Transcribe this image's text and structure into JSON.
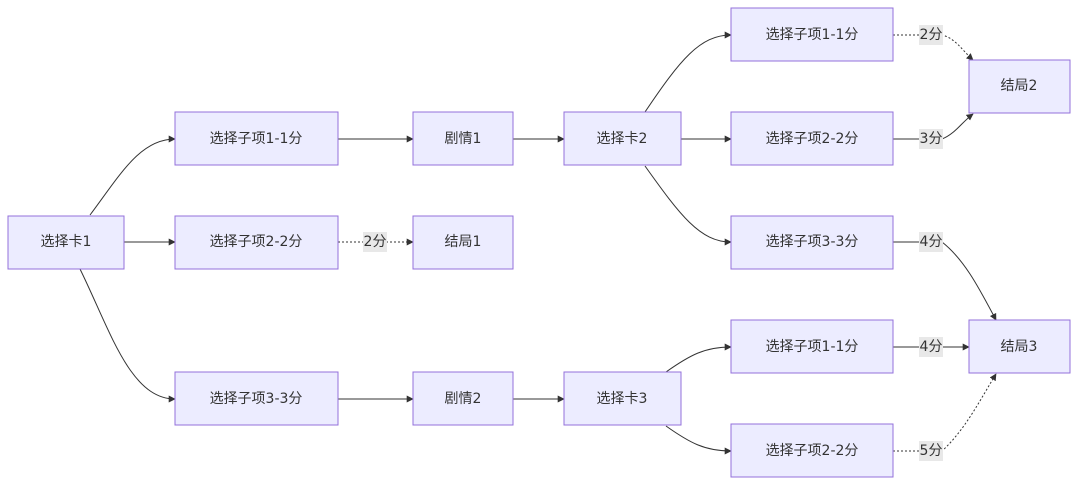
{
  "nodes": {
    "choice1": "选择卡1",
    "c1_opt1": "选择子项1-1分",
    "c1_opt2": "选择子项2-2分",
    "c1_opt3": "选择子项3-3分",
    "plot1": "剧情1",
    "plot2": "剧情2",
    "ending1": "结局1",
    "choice2": "选择卡2",
    "choice3": "选择卡3",
    "c2_opt1": "选择子项1-1分",
    "c2_opt2": "选择子项2-2分",
    "c2_opt3": "选择子项3-3分",
    "c3_opt1": "选择子项1-1分",
    "c3_opt2": "选择子项2-2分",
    "ending2": "结局2",
    "ending3": "结局3"
  },
  "edges": [
    {
      "from": "choice1",
      "to": "c1_opt1",
      "style": "solid"
    },
    {
      "from": "choice1",
      "to": "c1_opt2",
      "style": "solid"
    },
    {
      "from": "choice1",
      "to": "c1_opt3",
      "style": "solid"
    },
    {
      "from": "c1_opt1",
      "to": "plot1",
      "style": "solid"
    },
    {
      "from": "c1_opt2",
      "to": "ending1",
      "style": "dotted",
      "label": "2分"
    },
    {
      "from": "c1_opt3",
      "to": "plot2",
      "style": "solid"
    },
    {
      "from": "plot1",
      "to": "choice2",
      "style": "solid"
    },
    {
      "from": "plot2",
      "to": "choice3",
      "style": "solid"
    },
    {
      "from": "choice2",
      "to": "c2_opt1",
      "style": "solid"
    },
    {
      "from": "choice2",
      "to": "c2_opt2",
      "style": "solid"
    },
    {
      "from": "choice2",
      "to": "c2_opt3",
      "style": "solid"
    },
    {
      "from": "c2_opt1",
      "to": "ending2",
      "style": "dotted",
      "label": "2分"
    },
    {
      "from": "c2_opt2",
      "to": "ending2",
      "style": "solid",
      "label": "3分"
    },
    {
      "from": "c2_opt3",
      "to": "ending3",
      "style": "solid",
      "label": "4分"
    },
    {
      "from": "choice3",
      "to": "c3_opt1",
      "style": "solid"
    },
    {
      "from": "choice3",
      "to": "c3_opt2",
      "style": "solid"
    },
    {
      "from": "c3_opt1",
      "to": "ending3",
      "style": "solid",
      "label": "4分"
    },
    {
      "from": "c3_opt2",
      "to": "ending3",
      "style": "dotted",
      "label": "5分"
    }
  ],
  "colors": {
    "node_fill": "#ececff",
    "node_stroke": "#9370db",
    "edge": "#333333",
    "label_bg": "#e8e8e8"
  }
}
